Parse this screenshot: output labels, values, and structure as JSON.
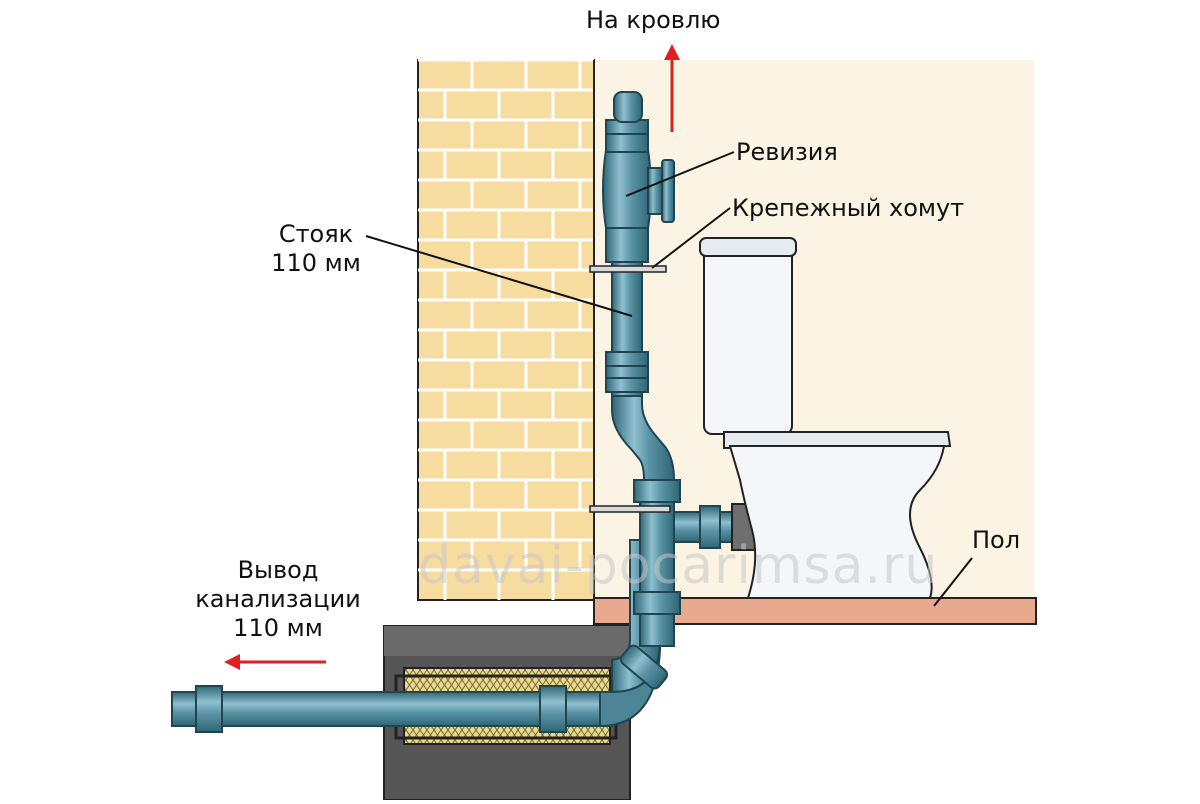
{
  "labels": {
    "roof": "На кровлю",
    "revision": "Ревизия",
    "clamp": "Крепежный хомут",
    "riser_line1": "Стояк",
    "riser_line2": "110 мм",
    "floor": "Пол",
    "outlet_line1": "Вывод",
    "outlet_line2": "канализации",
    "outlet_line3": "110 мм"
  },
  "watermark": "davai-pocarimsa.ru",
  "colors": {
    "pipe": "#5b93a6",
    "pipe_dark": "#2f6676",
    "pipe_light": "#8fc0cf",
    "brick": "#f7dca0",
    "mortar": "#ffffff",
    "wall_bg": "#fbf4e4",
    "floor": "#e8a98f",
    "foundation": "#555555",
    "insulation": "#e8d992",
    "arrow": "#e02020",
    "toilet": "#f4f6fa"
  }
}
